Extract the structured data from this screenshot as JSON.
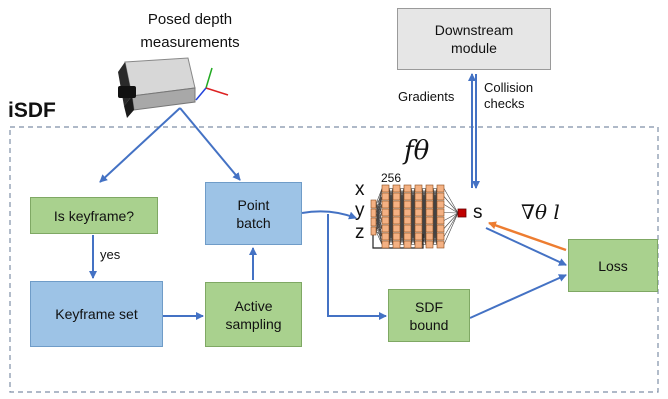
{
  "title": "iSDF",
  "input_label_line1": "Posed depth",
  "input_label_line2": "measurements",
  "boxes": {
    "downstream": "Downstream module",
    "is_keyframe": "Is keyframe?",
    "point_batch": "Point batch",
    "keyframe_set": "Keyframe set",
    "active_sampling": "Active sampling",
    "sdf_bound": "SDF bound",
    "loss": "Loss"
  },
  "edge_labels": {
    "yes": "yes",
    "gradients": "Gradients",
    "collision_checks": "Collision checks"
  },
  "network": {
    "function_label": "fθ",
    "width": "256",
    "inputs": [
      "x",
      "y",
      "z"
    ],
    "output": "s",
    "gradient_label": "∇θ l"
  },
  "colors": {
    "green": "#a9d18e",
    "blue_box": "#9dc3e6",
    "grey_box": "#e6e6e6",
    "arrow_blue": "#4472c4",
    "arrow_orange": "#ed7d31",
    "neuron": "#f4b183",
    "output_neuron": "#c00000"
  },
  "icons": {
    "sensor": "depth-camera-icon"
  }
}
